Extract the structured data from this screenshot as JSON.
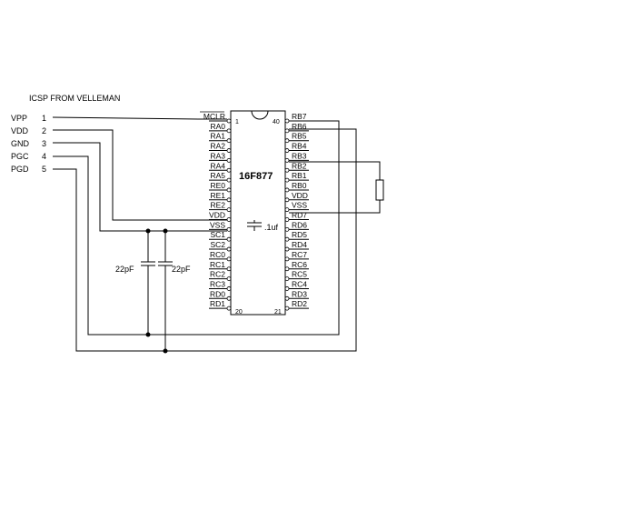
{
  "header": "ICSP FROM VELLEMAN",
  "connector": [
    {
      "name": "VPP",
      "num": "1"
    },
    {
      "name": "VDD",
      "num": "2"
    },
    {
      "name": "GND",
      "num": "3"
    },
    {
      "name": "PGC",
      "num": "4"
    },
    {
      "name": "PGD",
      "num": "5"
    }
  ],
  "ic": {
    "label": "16F877",
    "pin_numbers": {
      "top_left": "1",
      "top_right": "40",
      "bottom_left": "20",
      "bottom_right": "21"
    },
    "left_pins": [
      "MCLR",
      "RA0",
      "RA1",
      "RA2",
      "RA3",
      "RA4",
      "RA5",
      "RE0",
      "RE1",
      "RE2",
      "VDD",
      "VSS",
      "SC1",
      "SC2",
      "RC0",
      "RC1",
      "RC2",
      "RC3",
      "RD0",
      "RD1"
    ],
    "right_pins": [
      "RB7",
      "RB6",
      "RB5",
      "RB4",
      "RB3",
      "RB2",
      "RB1",
      "RB0",
      "VDD",
      "VSS",
      "RD7",
      "RD6",
      "RD5",
      "RD4",
      "RC7",
      "RC6",
      "RC5",
      "RC4",
      "RD3",
      "RD2"
    ]
  },
  "components": {
    "decoupling_cap": ".1uf",
    "crystal_cap_1": "22pF",
    "crystal_cap_2": "22pF"
  }
}
